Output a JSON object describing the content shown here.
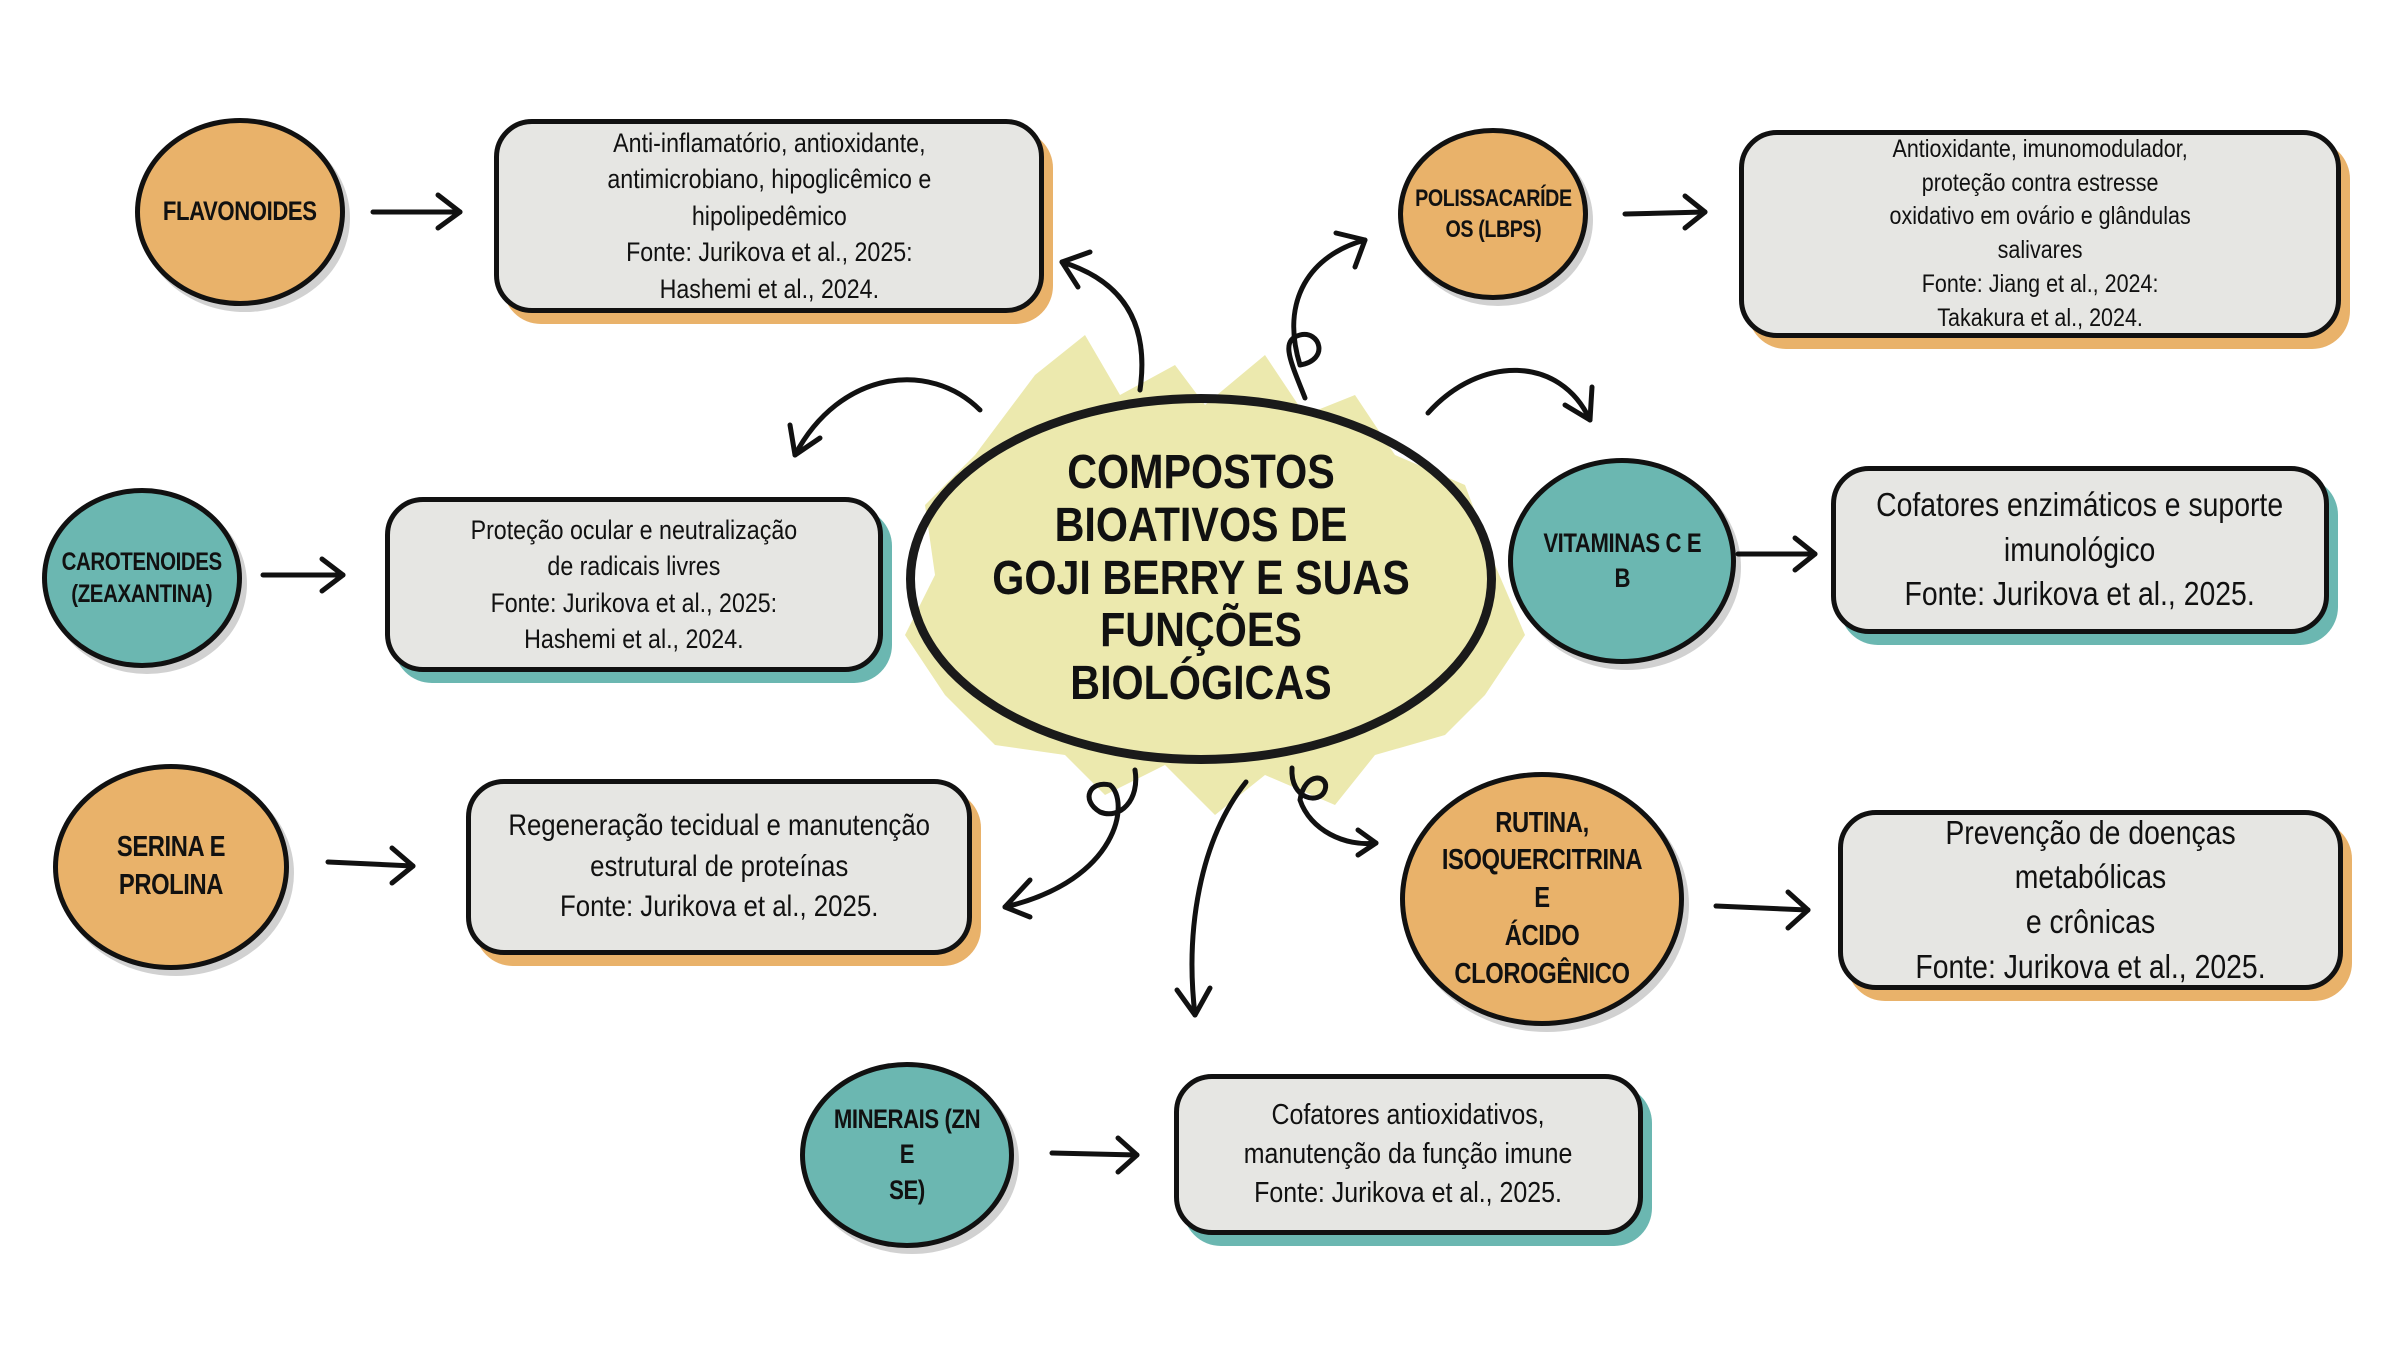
{
  "title": "COMPOSTOS BIOATIVOS DE\nGOJI BERRY E SUAS FUNÇÕES\nBIOLÓGICAS",
  "colors": {
    "orange": "#E9B26A",
    "teal": "#6BB7B1",
    "box_fill": "#E6E6E3",
    "center_fill": "#ECE9AE"
  },
  "nodes": [
    {
      "compound": "FLAVONOIDES",
      "color": "orange",
      "description": "Anti-inflamatório, antioxidante,\nantimicrobiano, hipoglicêmico e\nhipolipedêmico\nFonte:  Jurikova et al., 2025:\nHashemi et al., 2024."
    },
    {
      "compound": "POLISSACARÍDE\nOS (LBPS)",
      "color": "orange",
      "description": "Antioxidante, imunomodulador,\nproteção contra estresse\noxidativo em ovário e glândulas\nsalivares\nFonte: Jiang et al., 2024:\nTakakura et al., 2024."
    },
    {
      "compound": "CAROTENOIDES\n(ZEAXANTINA)",
      "color": "teal",
      "description": "Proteção ocular e neutralização\nde radicais livres\nFonte: Jurikova et al., 2025:\nHashemi et al., 2024."
    },
    {
      "compound": "VITAMINAS C E\nB",
      "color": "teal",
      "description": "Cofatores enzimáticos e suporte\nimunológico\nFonte: Jurikova et al., 2025."
    },
    {
      "compound": "SERINA E\nPROLINA",
      "color": "orange",
      "description": "Regeneração tecidual e manutenção\nestrutural de proteínas\nFonte: Jurikova et al., 2025."
    },
    {
      "compound": "RUTINA,\nISOQUERCITRINA E\nÁCIDO CLOROGÊNICO",
      "color": "orange",
      "description": "Prevenção de doenças metabólicas\ne crônicas\nFonte: Jurikova et al., 2025."
    },
    {
      "compound": "MINERAIS (ZN E\nSE)",
      "color": "teal",
      "description": "Cofatores antioxidativos,\nmanutenção da função imune\nFonte: Jurikova et al., 2025."
    }
  ]
}
